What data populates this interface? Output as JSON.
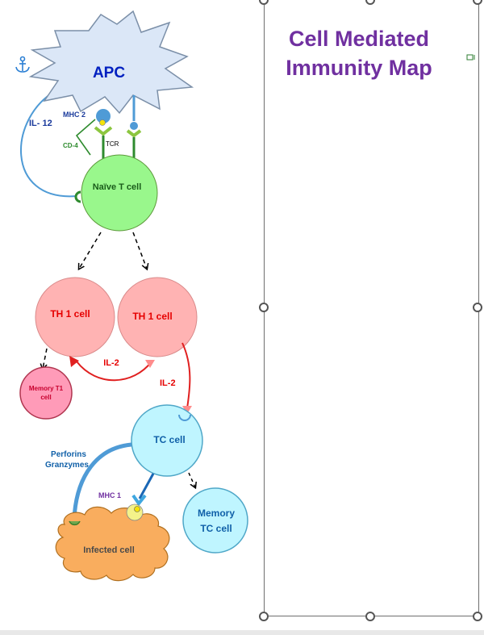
{
  "title": {
    "line1": "Cell Mediated",
    "line2": "Immunity Map"
  },
  "labels": {
    "apc": "APC",
    "mhc2": "MHC 2",
    "cd4": "CD-4",
    "tcr": "TCR",
    "il12": "IL- 12",
    "naive_t": "Naïve T cell",
    "th1_left": "TH 1 cell",
    "th1_right": "TH 1 cell",
    "il2_mid": "IL-2",
    "il2_right": "IL-2",
    "memory_t1_line1": "Memory T1",
    "memory_t1_line2": "cell",
    "tc_cell": "TC cell",
    "perforins": "Perforins",
    "granzymes": "Granzymes",
    "mhc1": "MHC 1",
    "memory_tc_line1": "Memory",
    "memory_tc_line2": "TC cell",
    "infected": "Infected cell"
  },
  "icons": {
    "anchor": "anchor-icon",
    "layout": "layout-options-icon"
  },
  "colors": {
    "apc_fill": "#dbe7f7",
    "apc_text": "#0020c0",
    "naive_fill": "#99f78c",
    "naive_text": "#1a5c1a",
    "th1_fill": "#ffb3b3",
    "th1_text": "#e60000",
    "memory_t1_fill": "#ff9bb8",
    "memory_t1_text": "#c8002e",
    "tc_fill": "#bff5ff",
    "tc_text": "#1060a8",
    "infected_fill": "#f9ad5e",
    "infected_text": "#4a4a4a",
    "title": "#7030a0",
    "red_arrow": "#e02020",
    "blue_line": "#4f9bd6",
    "green_line": "#2e8b2e"
  }
}
